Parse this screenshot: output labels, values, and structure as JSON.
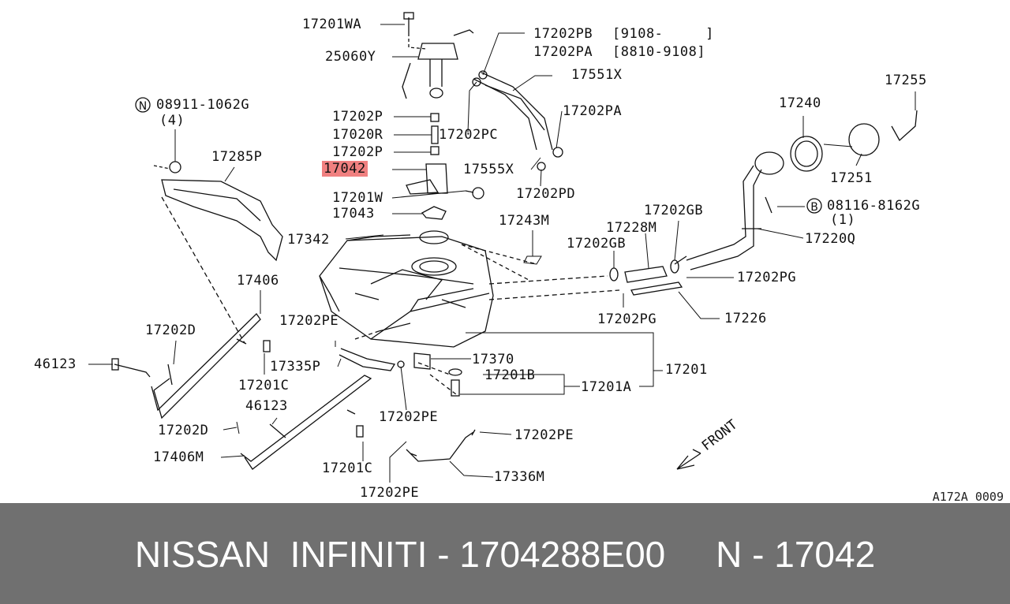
{
  "labels": {
    "l17201wa": "17201WA",
    "l25060y": "25060Y",
    "l17202pb": "17202PB",
    "l17202pb_range": "[9108-     ]",
    "l17202pa_top": "17202PA",
    "l17202pa_range": "[8810-9108]",
    "l17551x": "17551X",
    "l08911": "08911-1062G",
    "l08911_qty": "(4)",
    "l17202p_a": "17202P",
    "l17020r": "17020R",
    "l17202pc": "17202PC",
    "l17202pa_mid": "17202PA",
    "l17202p_b": "17202P",
    "l17042": "17042",
    "l17555x": "17555X",
    "l17202pd": "17202PD",
    "l17201w": "17201W",
    "l17043": "17043",
    "l17285p": "17285P",
    "l17240": "17240",
    "l17255": "17255",
    "l17251": "17251",
    "l08116": "08116-8162G",
    "l08116_qty": "(1)",
    "l17243m": "17243M",
    "l17202gb_a": "17202GB",
    "l17228m": "17228M",
    "l17202gb_b": "17202GB",
    "l17220q": "17220Q",
    "l17342": "17342",
    "l17406": "17406",
    "l17202pg_a": "17202PG",
    "l17202pg_b": "17202PG",
    "l17226": "17226",
    "l17202pe_a": "17202PE",
    "l17202d_a": "17202D",
    "l46123_a": "46123",
    "l17335p": "17335P",
    "l17370": "17370",
    "l17201": "17201",
    "l17201b": "17201B",
    "l17201a": "17201A",
    "l17201c_a": "17201C",
    "l46123_b": "46123",
    "l17202pe_b": "17202PE",
    "l17202d_b": "17202D",
    "l17202pe_c": "17202PE",
    "l17406m": "17406M",
    "l17201c_b": "17201C",
    "l17336m": "17336M",
    "l17202pe_d": "17202PE",
    "front": "FRONT"
  },
  "symbols": {
    "n_symbol": "N",
    "b_symbol": "B"
  },
  "drawing_code": "A172A 0009",
  "footer": {
    "text": "NISSAN  INFINITI - 1704288E00     N - 17042"
  },
  "colors": {
    "footer_bg": "#707070",
    "highlight": "#f08080"
  }
}
